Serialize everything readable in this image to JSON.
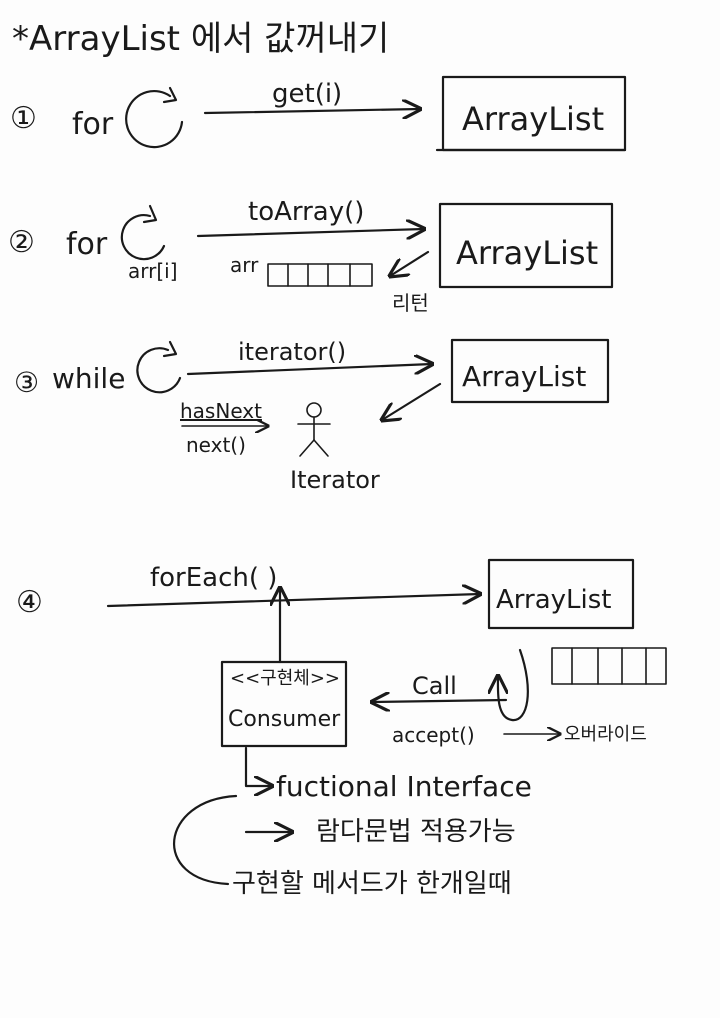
{
  "title": "*ArrayList 에서 값꺼내기",
  "section1": {
    "number": "①",
    "loop": "for",
    "method": "get(i)",
    "box": "ArrayList"
  },
  "section2": {
    "number": "②",
    "loop": "for",
    "method": "toArray()",
    "box": "ArrayList",
    "index_label": "arr[i]",
    "array_label": "arr",
    "return_label": "리턴"
  },
  "section3": {
    "number": "③",
    "loop": "while",
    "method": "iterator()",
    "box": "ArrayList",
    "has_next": "hasNext",
    "next": "next()",
    "actor": "Iterator"
  },
  "section4": {
    "number": "④",
    "method": "forEach( )",
    "box": "ArrayList",
    "stereotype": "<<구현체>>",
    "consumer": "Consumer",
    "call": "Call",
    "accept": "accept()",
    "override": "오버라이드",
    "functional": "fuctional Interface",
    "lambda": "람다문법 적용가능",
    "condition": "구현할 메서드가 한개일때"
  }
}
